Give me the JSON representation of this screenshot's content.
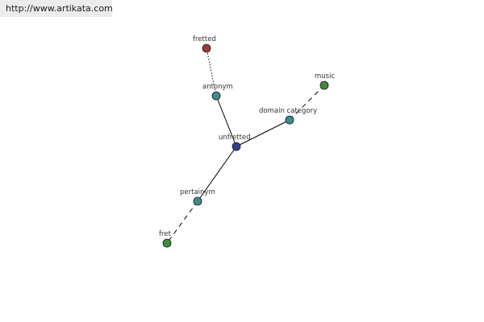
{
  "site_url": "http://www.artikata.com",
  "colors": {
    "center": "#2e3f8c",
    "relation": "#3f8a8a",
    "term_green": "#3d8a3d",
    "term_red": "#9a3a3a",
    "edge": "#000000"
  },
  "graph": {
    "nodes": [
      {
        "id": "unfretted",
        "label": "unfretted",
        "kind": "center"
      },
      {
        "id": "antonym",
        "label": "antonym",
        "kind": "relation"
      },
      {
        "id": "fretted",
        "label": "fretted",
        "kind": "term_red"
      },
      {
        "id": "domain_category",
        "label": "domain category",
        "kind": "relation"
      },
      {
        "id": "music",
        "label": "music",
        "kind": "term_green"
      },
      {
        "id": "pertainym",
        "label": "pertainym",
        "kind": "relation"
      },
      {
        "id": "fret",
        "label": "fret",
        "kind": "term_green"
      }
    ],
    "edges": [
      {
        "from": "unfretted",
        "to": "antonym",
        "style": "solid"
      },
      {
        "from": "antonym",
        "to": "fretted",
        "style": "dotted"
      },
      {
        "from": "unfretted",
        "to": "domain_category",
        "style": "solid"
      },
      {
        "from": "domain_category",
        "to": "music",
        "style": "dashed"
      },
      {
        "from": "unfretted",
        "to": "pertainym",
        "style": "solid"
      },
      {
        "from": "pertainym",
        "to": "fret",
        "style": "dashed"
      }
    ]
  }
}
